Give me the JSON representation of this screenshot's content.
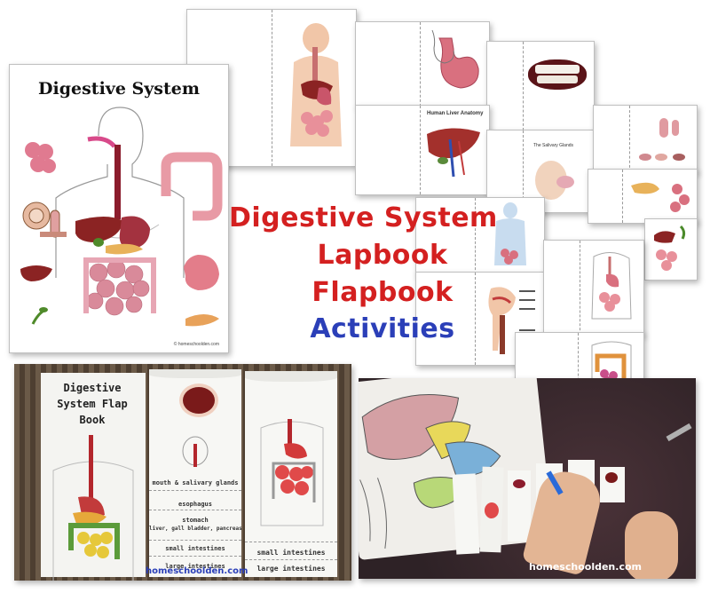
{
  "poster": {
    "heading": "Digestive System",
    "footer": "© homeschoolden.com"
  },
  "title": {
    "line1": "Digestive System",
    "line2": "Lapbook",
    "line3": "Flapbook",
    "line4": "Activities"
  },
  "cards": {
    "liver_heading": "Human Liver Anatomy",
    "salivary_heading": "The Salivary Glands"
  },
  "flapbook": {
    "cover_title": "Digestive System Flap Book",
    "labels": [
      "mouth & salivary glands",
      "esophagus",
      "stomach",
      "liver, gall bladder, pancreas",
      "small intestines",
      "large intestines"
    ],
    "right_labels": [
      "small intestines",
      "large intestines"
    ],
    "watermark": "homeschoolden.com"
  },
  "activity_photo": {
    "watermark": "homeschoolden.com"
  },
  "colors": {
    "red_title": "#d42020",
    "blue_title": "#2b3fb8",
    "organ_pink": "#e8909a",
    "liver": "#9b2a2a",
    "stomach": "#c9556a"
  }
}
